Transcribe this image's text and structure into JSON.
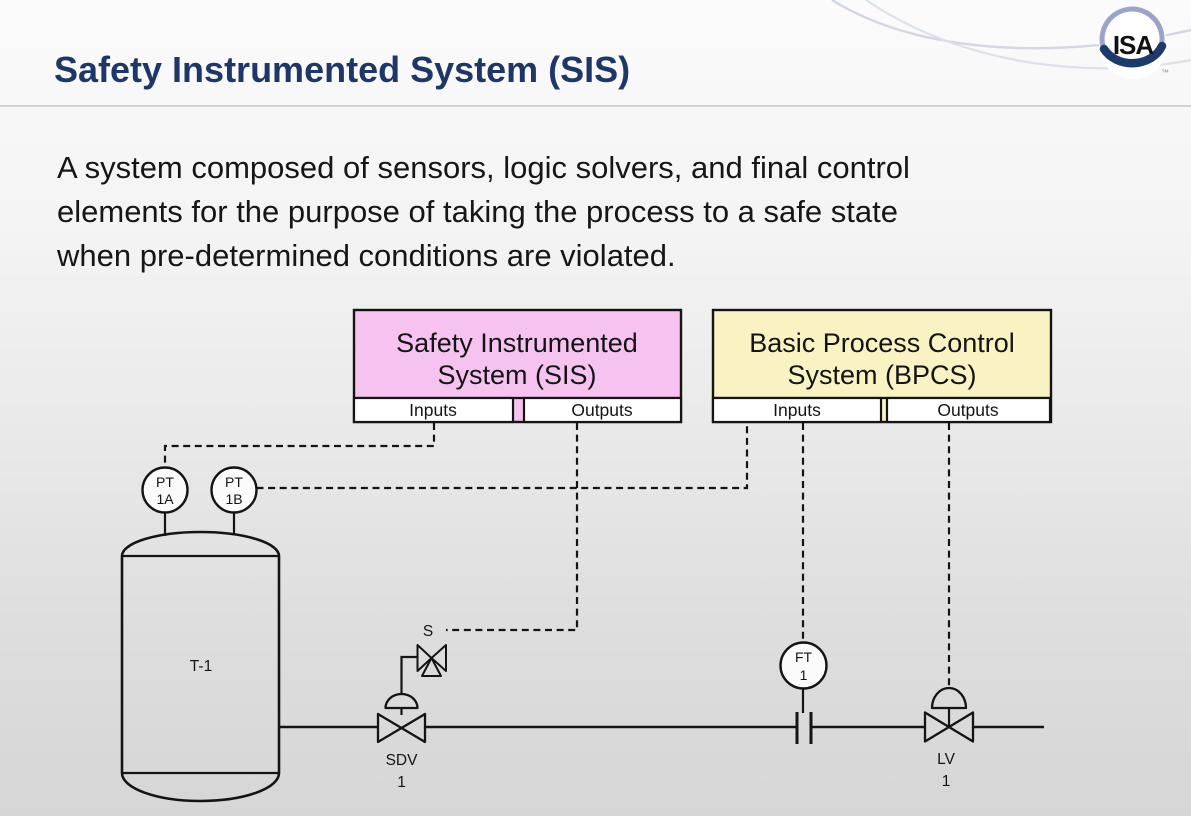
{
  "slide": {
    "title": "Safety Instrumented System (SIS)",
    "body_lines": [
      "A system composed of sensors, logic solvers, and final control",
      "elements for the purpose of taking the process to a safe state",
      "when pre-determined conditions are violated."
    ]
  },
  "logo": {
    "text": "ISA",
    "trademark": "™"
  },
  "diagram": {
    "sis": {
      "title_line1": "Safety Instrumented",
      "title_line2": "System (SIS)",
      "inputs": "Inputs",
      "outputs": "Outputs",
      "fill": "#f6c3f0"
    },
    "bpcs": {
      "title_line1": "Basic Process Control",
      "title_line2": "System (BPCS)",
      "inputs": "Inputs",
      "outputs": "Outputs",
      "fill": "#f9f2c3"
    },
    "tank": {
      "label": "T-1"
    },
    "pt1a": {
      "line1": "PT",
      "line2": "1A"
    },
    "pt1b": {
      "line1": "PT",
      "line2": "1B"
    },
    "ft1": {
      "line1": "FT",
      "line2": "1"
    },
    "sdv1": {
      "line1": "SDV",
      "line2": "1"
    },
    "lv1": {
      "line1": "LV",
      "line2": "1"
    },
    "solenoid": {
      "label": "S"
    }
  },
  "colors": {
    "title": "#1c3768",
    "line": "#141414",
    "sis_fill": "#f6c3f0",
    "bpcs_fill": "#f9f2c3",
    "logo_ring": "#9aa3c9",
    "logo_swoosh": "#1e3a6d"
  }
}
